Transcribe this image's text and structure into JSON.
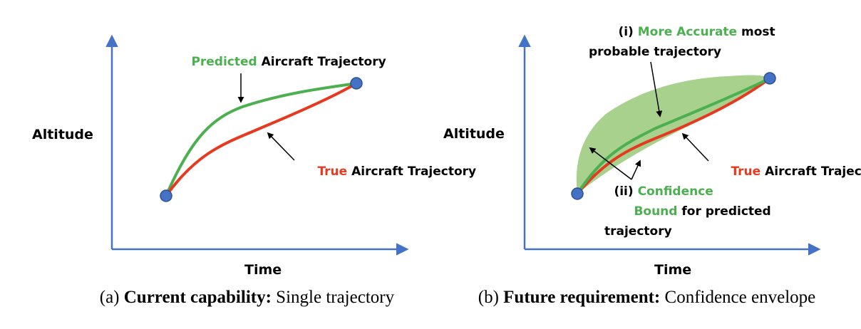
{
  "colors": {
    "axis": "#4472C4",
    "predicted": "#4CAF50",
    "true": "#E53A1F",
    "envelope": "#A9D18E",
    "point": "#4472C4",
    "accent_text_green": "#4CAF50",
    "accent_text_red": "#E53A1F"
  },
  "panel_a": {
    "ylabel": "Altitude",
    "xlabel": "Time",
    "predicted_label": {
      "highlight": "Predicted",
      "rest": " Aircraft Trajectory"
    },
    "true_label": {
      "highlight": "True",
      "rest": " Aircraft Trajectory"
    },
    "caption": {
      "prefix": "(a) ",
      "bold": "Current capability:",
      "rest": " Single trajectory"
    }
  },
  "panel_b": {
    "ylabel": "Altitude",
    "xlabel": "Time",
    "accurate_label": {
      "line1_prefix": "(i) ",
      "line1_highlight": "More Accurate",
      "line1_rest": " most",
      "line2": "probable trajectory"
    },
    "confidence_label": {
      "line1_prefix": "(ii) ",
      "line1_highlight": "Confidence",
      "line2_highlight": "Bound",
      "line2_rest": " for predicted",
      "line3": "trajectory"
    },
    "true_label": {
      "highlight": "True",
      "rest": " Aircraft Trajectory"
    },
    "caption": {
      "prefix": "(b) ",
      "bold": "Future requirement:",
      "rest": " Confidence envelope"
    }
  }
}
